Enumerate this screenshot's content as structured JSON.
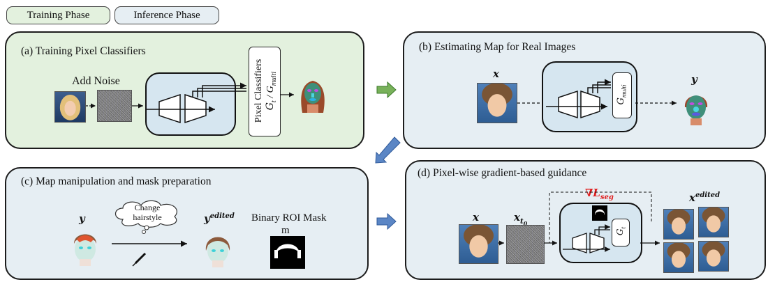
{
  "tags": {
    "training": "Training Phase",
    "inference": "Inference Phase"
  },
  "panels": {
    "a": {
      "title": "(a)  Training Pixel Classifiers",
      "add_noise": "Add Noise",
      "classifier_line1": "Pixel Classifiers",
      "classifier_line2": "G",
      "classifier_sub_t": "t",
      "classifier_sep": " / G",
      "classifier_sub_multi": "multi"
    },
    "b": {
      "title": "(b)  Estimating Map for Real Images",
      "x_label": "x",
      "y_label": "y",
      "classifier": "G",
      "classifier_sub": "multi"
    },
    "c": {
      "title": "(c)  Map manipulation and mask preparation",
      "y_label": "y",
      "cloud_text": "Change hairstyle",
      "y_edited": "y",
      "y_edited_sup": "edited",
      "mask_label": "Binary ROI Mask",
      "mask_var": "m"
    },
    "d": {
      "title": "(d)  Pixel-wise gradient-based guidance",
      "x_label": "x",
      "xt_label": "x",
      "xt_sub": "t",
      "xt_subsub": "0",
      "loss_label": "∇L",
      "loss_sub": "seg",
      "classifier": "G",
      "classifier_sub": "t",
      "x_edited": "x",
      "x_edited_sup": "edited"
    }
  },
  "colors": {
    "green_panel": "#e3f1de",
    "blue_panel": "#e6eef3",
    "loss_red": "#e02020",
    "arrow_green": "#78b15a",
    "arrow_blue": "#5b86c5"
  }
}
